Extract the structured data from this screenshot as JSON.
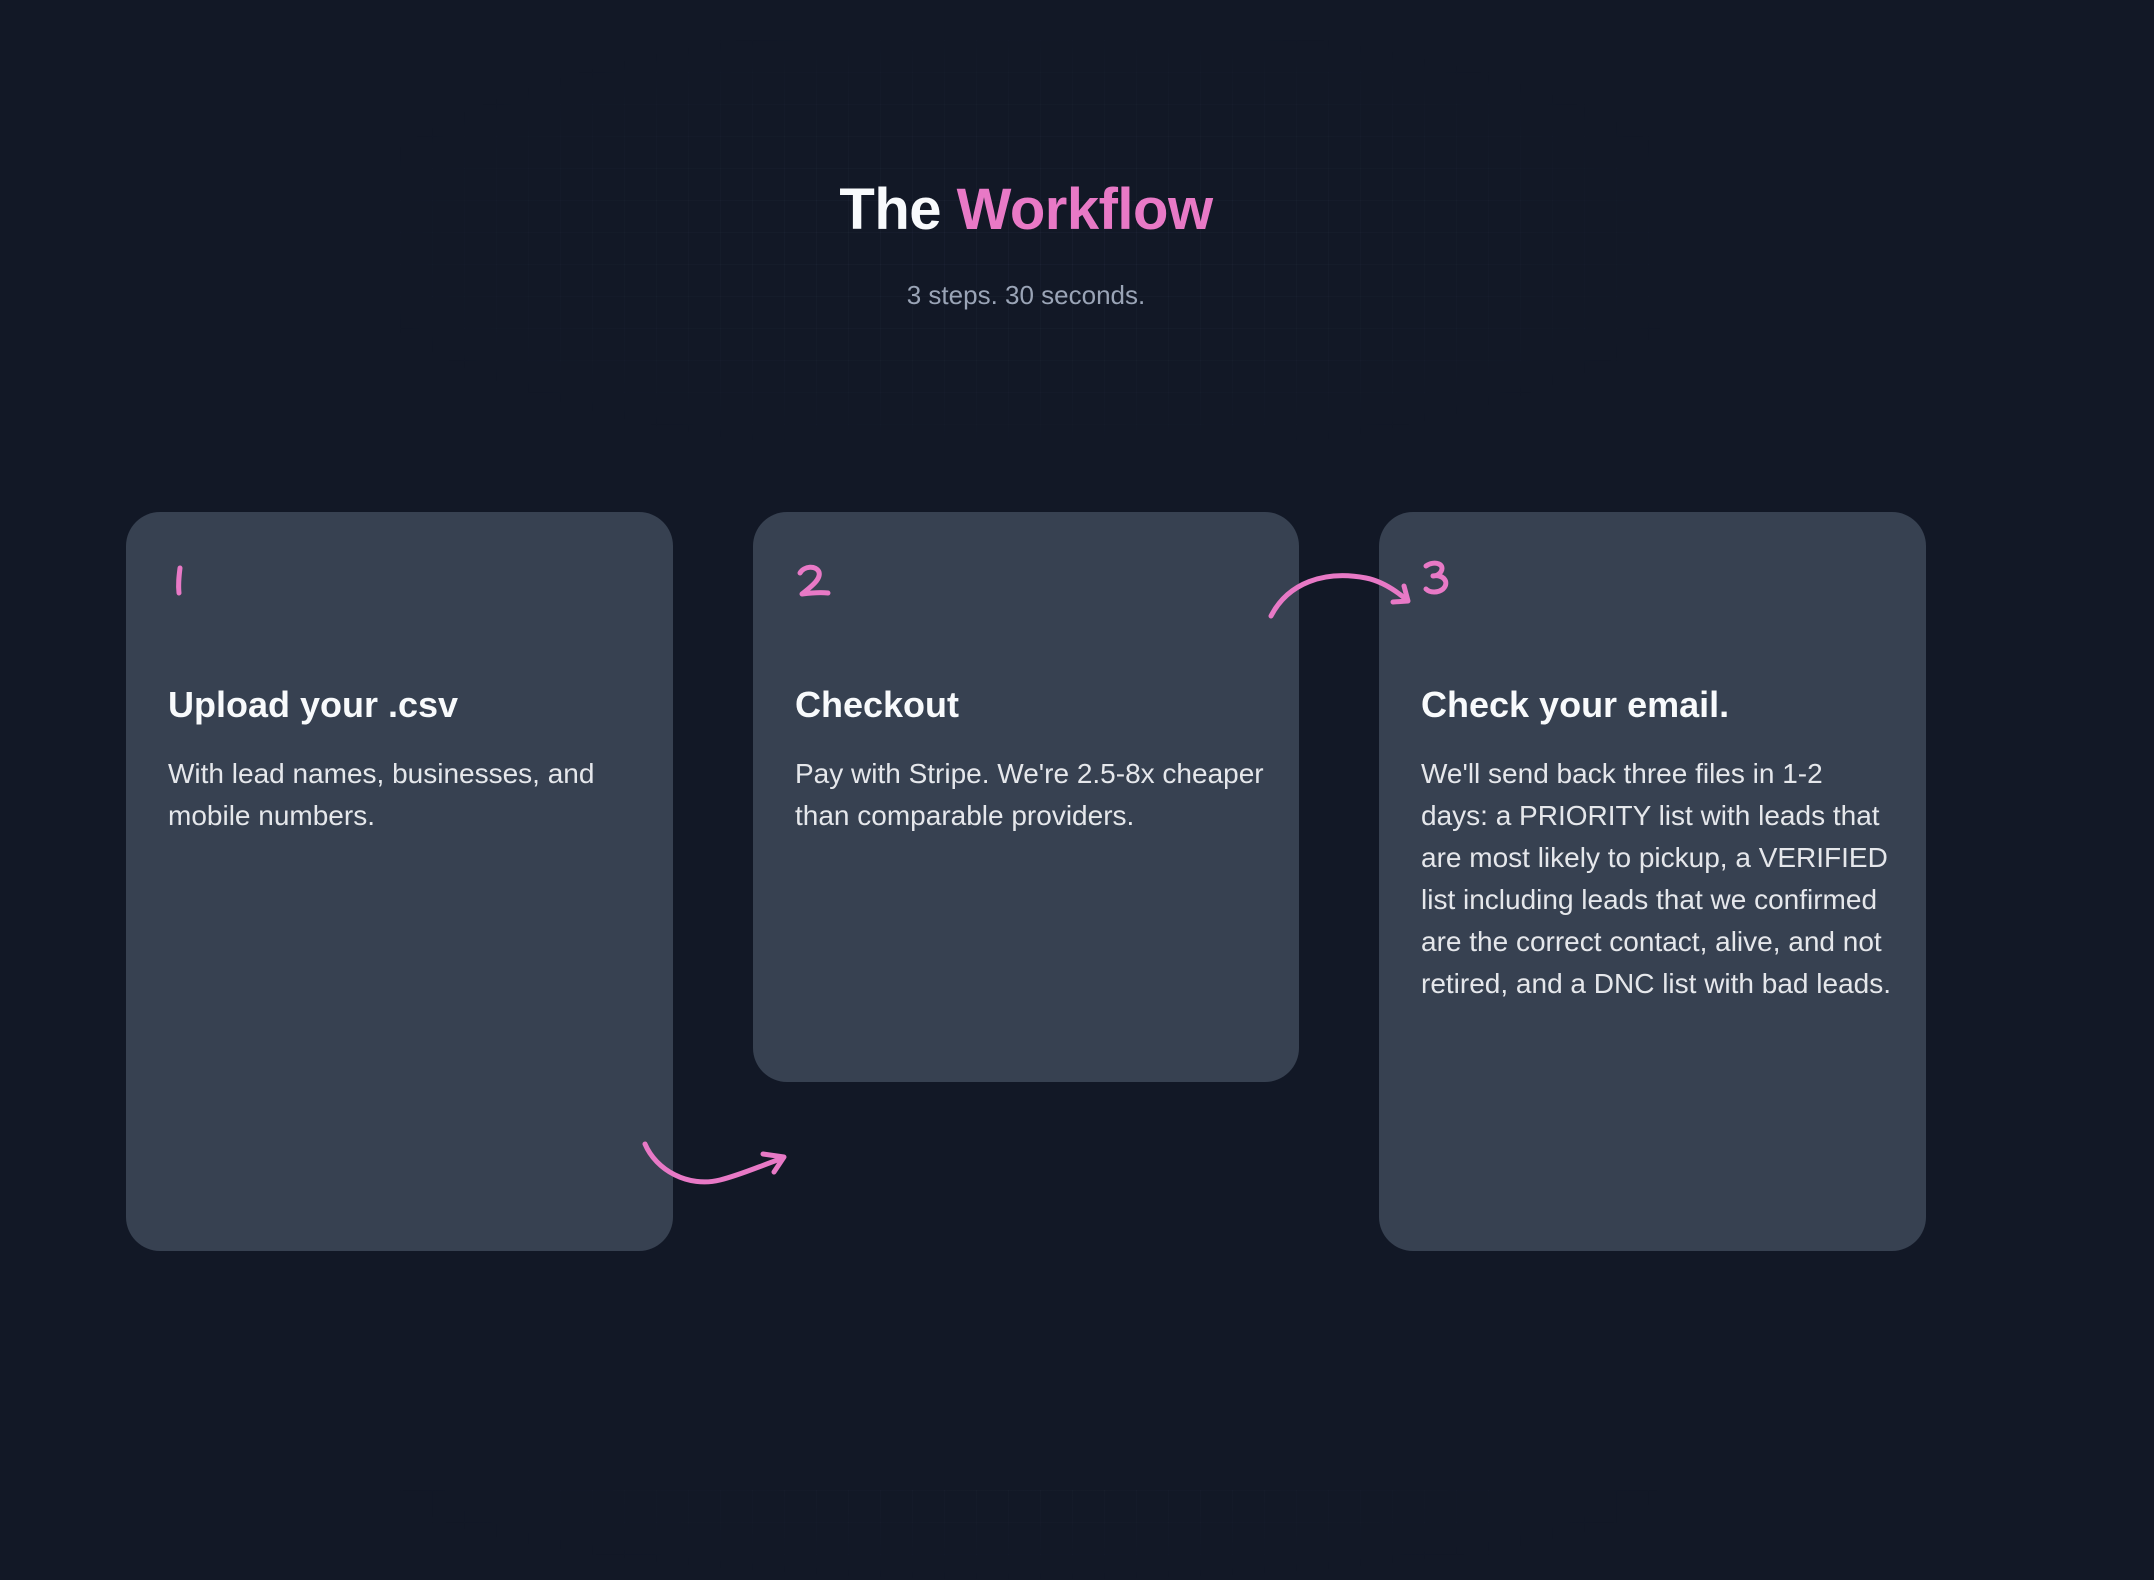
{
  "header": {
    "title_prefix": "The ",
    "title_accent": "Workflow",
    "subtitle": "3 steps. 30 seconds."
  },
  "colors": {
    "background": "#121826",
    "card": "#374151",
    "accent": "#e879c6",
    "title": "#f8fafc",
    "subtitle": "#9aa4b6"
  },
  "steps": [
    {
      "number": "1",
      "title": "Upload your .csv",
      "description": "With lead names, businesses, and mobile numbers."
    },
    {
      "number": "2",
      "title": "Checkout",
      "description": "Pay with Stripe. We're 2.5-8x cheaper than comparable providers."
    },
    {
      "number": "3",
      "title": "Check your email.",
      "description": "We'll send back three files in 1-2 days: a PRIORITY list with leads that are most likely to pickup, a VERIFIED list including leads that we confirmed are the correct contact, alive, and not retired, and a DNC list with bad leads."
    }
  ],
  "icons": {
    "connector": "curved-arrow-icon"
  }
}
